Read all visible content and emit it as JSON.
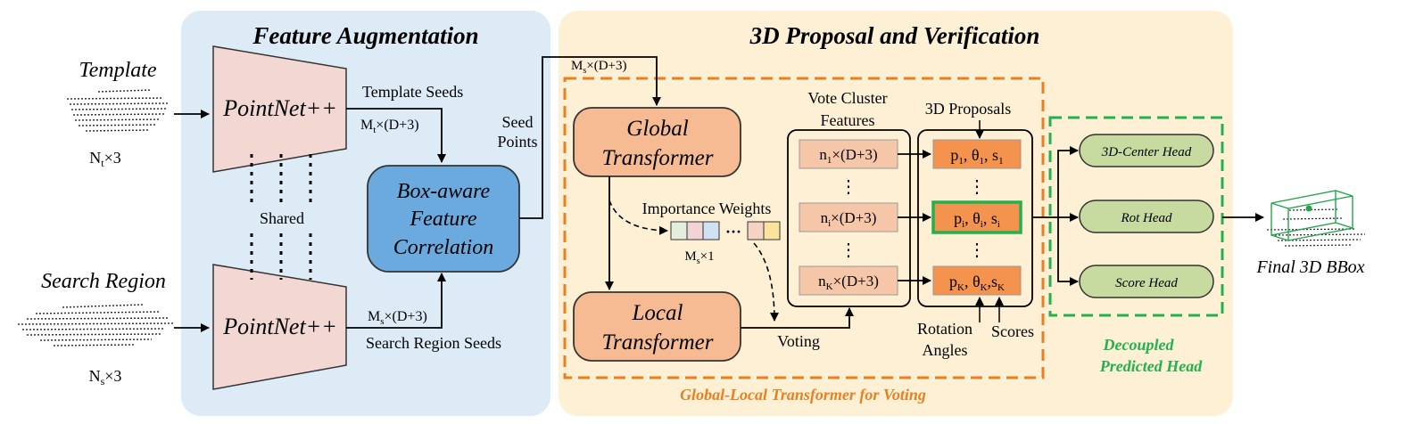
{
  "sections": {
    "feature_augmentation": "Feature Augmentation",
    "proposal_verification": "3D Proposal and Verification",
    "global_local": "Global-Local Transformer for Voting",
    "decoupled_line1": "Decoupled",
    "decoupled_line2": "Predicted Head"
  },
  "inputs": {
    "template": "Template",
    "template_dim": "Nt×3",
    "search": "Search Region",
    "search_dim": "Ns×3"
  },
  "backbone": {
    "pointnet_top": "PointNet++",
    "pointnet_bottom": "PointNet++",
    "shared": "Shared"
  },
  "seeds": {
    "template_seeds": "Template Seeds",
    "template_dim": "Mt×(D+3)",
    "search_seeds": "Search Region Seeds",
    "search_dim": "Ms×(D+3)",
    "seed_points_1": "Seed",
    "seed_points_2": "Points",
    "seed_out_dim": "Ms×(D+3)"
  },
  "correlation": {
    "line1": "Box-aware",
    "line2": "Feature",
    "line3": "Correlation"
  },
  "transformers": {
    "global_1": "Global",
    "global_2": "Transformer",
    "local_1": "Local",
    "local_2": "Transformer",
    "importance": "Importance Weights",
    "importance_dim": "Ms×1",
    "voting": "Voting"
  },
  "clusters": {
    "header_1": "Vote Cluster",
    "header_2": "Features",
    "items": [
      "n1×(D+3)",
      "ni×(D+3)",
      "nK×(D+3)"
    ],
    "ellipsis": "⋮"
  },
  "proposals": {
    "header": "3D Proposals",
    "items": [
      "p1, θ1, s1",
      "pi, θi, si",
      "pK, θK,sK"
    ],
    "rotation_1": "Rotation",
    "rotation_2": "Angles",
    "scores": "Scores"
  },
  "heads": [
    "3D-Center Head",
    "Rot Head",
    "Score Head"
  ],
  "output": "Final 3D BBox",
  "colors": {
    "fa_bg": "#dcebf6",
    "pv_bg": "#fdf0d5",
    "orange_dash": "#e8801f",
    "green_dash": "#22b14c",
    "transformer": "#f6bb93",
    "correlation": "#6aaade",
    "pointnet": "#f2d7d2",
    "cluster_item": "#f6c6a8",
    "proposal_item": "#f4934d",
    "head": "#c7dba1"
  }
}
